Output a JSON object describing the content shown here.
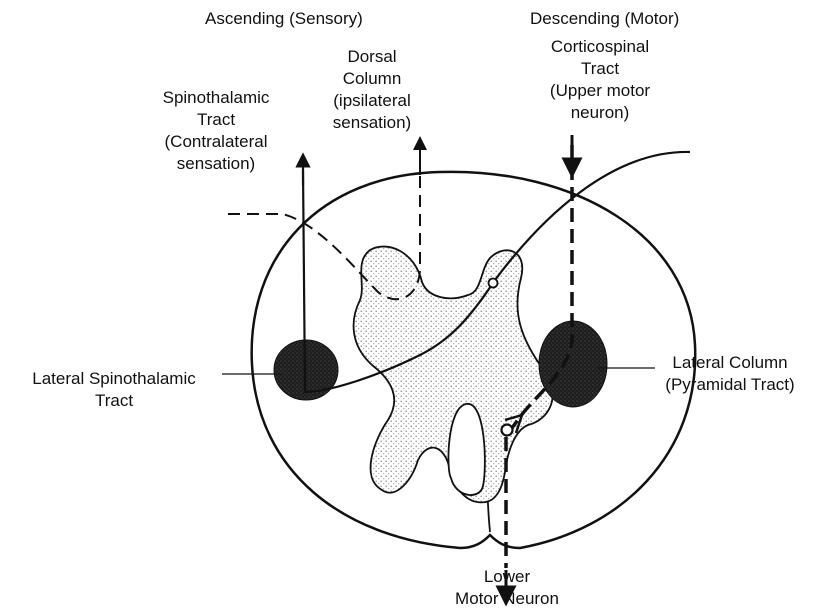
{
  "headers": {
    "ascending": "Ascending (Sensory)",
    "descending": "Descending (Motor)"
  },
  "labels": {
    "dorsal_column": [
      "Dorsal",
      "Column",
      "(ipsilateral",
      "sensation)"
    ],
    "spinothalamic_tract": [
      "Spinothalamic",
      "Tract",
      "(Contralateral",
      "sensation)"
    ],
    "corticospinal_tract": [
      "Corticospinal",
      "Tract",
      "(Upper motor",
      "neuron)"
    ],
    "lateral_spinothalamic_tract": [
      "Lateral Spinothalamic",
      "Tract"
    ],
    "lateral_column": [
      "Lateral Column",
      "(Pyramidal Tract)"
    ],
    "lower_motor_neuron": [
      "Lower",
      "Motor Neuron"
    ]
  },
  "colors": {
    "ink": "#111111",
    "gray_matter_stipple": "#9a9a9a",
    "tract_fill": "#222222"
  }
}
